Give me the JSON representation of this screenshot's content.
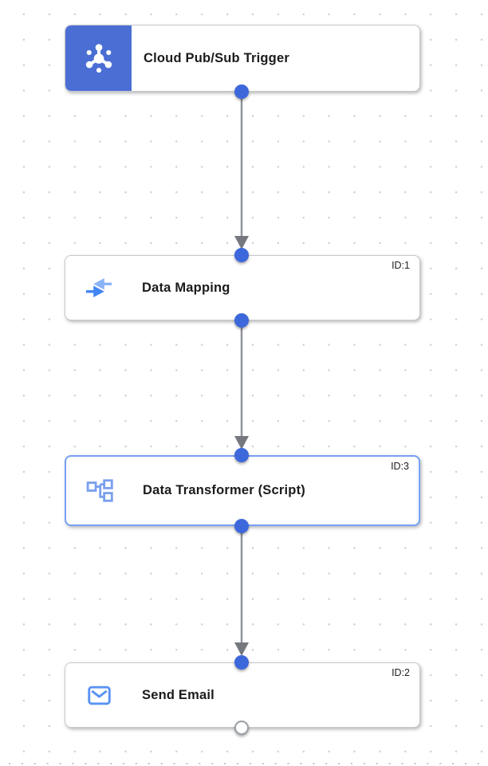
{
  "canvas": {
    "kind": "integration-workflow-canvas",
    "grid_dot_color": "#cbcdd1",
    "background": "#ffffff"
  },
  "nodes": [
    {
      "label": "Cloud Pub/Sub Trigger",
      "id_label": "",
      "icon": "cloud-pubsub-icon",
      "kind": "trigger"
    },
    {
      "label": "Data Mapping",
      "id_label": "ID:1",
      "icon": "data-mapping-icon",
      "kind": "task"
    },
    {
      "label": "Data Transformer (Script)",
      "id_label": "ID:3",
      "icon": "data-transformer-icon",
      "kind": "task",
      "selected": true
    },
    {
      "label": "Send Email",
      "id_label": "ID:2",
      "icon": "send-email-icon",
      "kind": "task"
    }
  ],
  "edges": [
    {
      "from": "Cloud Pub/Sub Trigger",
      "to": "Data Mapping"
    },
    {
      "from": "Data Mapping",
      "to": "Data Transformer (Script)"
    },
    {
      "from": "Data Transformer (Script)",
      "to": "Send Email"
    }
  ],
  "colors": {
    "trigger_accent": "#4a6ed4",
    "port_fill": "#3d68dc",
    "open_port_border": "#9aa0a6",
    "selected_border": "#76a0f2",
    "icon_blue": "#4285f4",
    "icon_blue_light": "#8ab4f8",
    "transformer_icon_blue": "#7ba0ee",
    "email_icon_blue": "#5b93f2",
    "edge_gray": "#8f9399",
    "arrowhead_gray": "#75797e",
    "title_text": "#1b1b1b"
  }
}
